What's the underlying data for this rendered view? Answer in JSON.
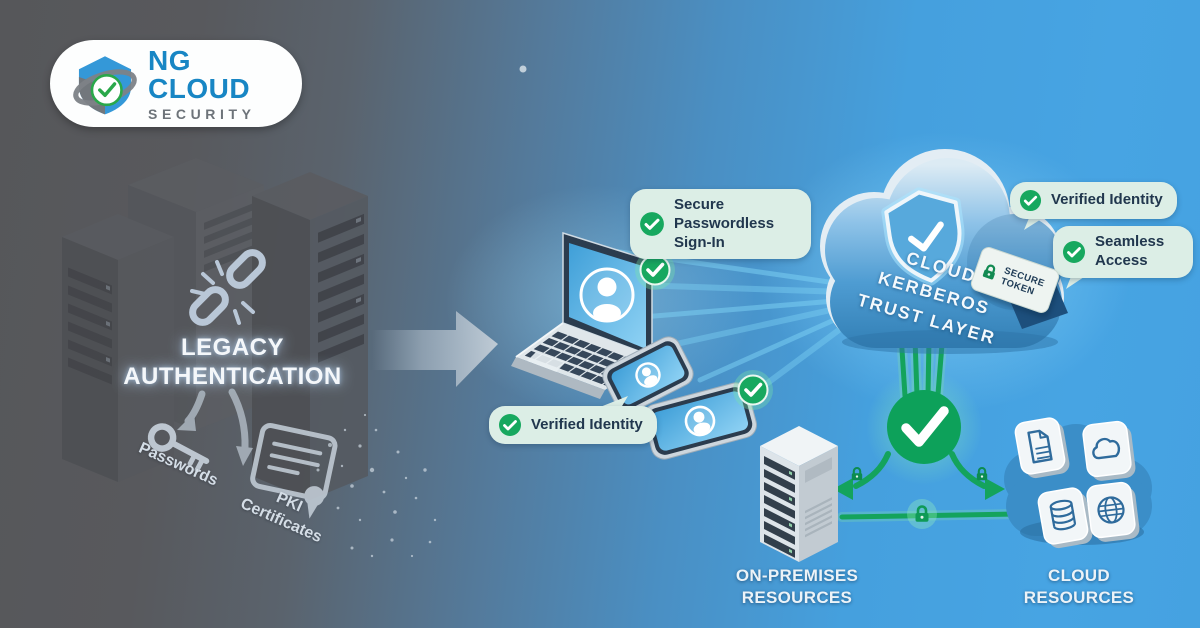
{
  "brand": {
    "name_line1": "NG CLOUD",
    "name_line2": "SECURITY"
  },
  "legacy": {
    "title_line1": "LEGACY",
    "title_line2": "AUTHENTICATION",
    "method1": "Passwords",
    "method2": "PKI Certificates"
  },
  "flow": {
    "signin_bubble": "Secure Passwordless Sign-In",
    "verified_left_bubble": "Verified Identity",
    "verified_right_badge": "Verified Identity",
    "seamless_badge": "Seamless Access"
  },
  "cloud": {
    "title_line1": "CLOUD KERBEROS",
    "title_line2": "TRUST LAYER",
    "token_line1": "SECURE",
    "token_line2": "TOKEN"
  },
  "resources": {
    "onprem_line1": "ON-PREMISES",
    "onprem_line2": "RESOURCES",
    "cloud_line1": "CLOUD",
    "cloud_line2": "RESOURCES"
  },
  "icons": {
    "check_icon": "circle-check",
    "lock_icon": "padlock",
    "key_icon": "key",
    "certificate_icon": "certificate-ribbon",
    "broken_link_icon": "broken-chain",
    "shield_check_icon": "shield-check",
    "user_avatar_icon": "person-circle",
    "document_icon": "document",
    "cloud_icon": "cloud",
    "database_icon": "database",
    "globe_icon": "globe"
  },
  "colors": {
    "background_left": "#57585b",
    "background_right": "#46a3e2",
    "accent_green": "#14a85e",
    "bubble_mint": "#dceee6",
    "text_navy": "#21374e",
    "cloud_blue": "#4e9cd2",
    "logo_blue": "#1886c4",
    "logo_gray": "#6d7379"
  }
}
